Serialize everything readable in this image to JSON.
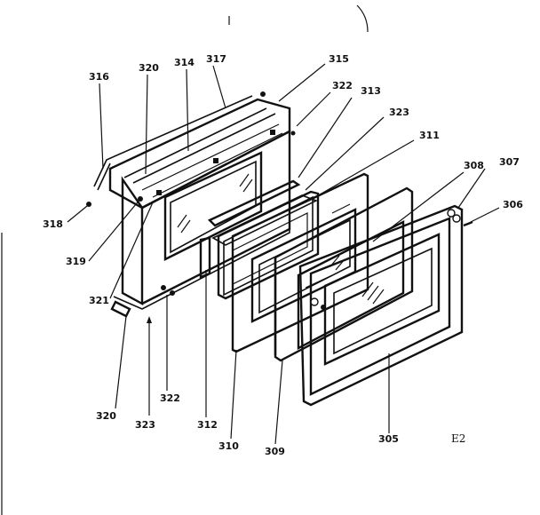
{
  "diagram": {
    "code": "E2",
    "callouts": [
      {
        "id": "316",
        "label": "316"
      },
      {
        "id": "320a",
        "label": "320"
      },
      {
        "id": "314",
        "label": "314"
      },
      {
        "id": "317",
        "label": "317"
      },
      {
        "id": "315",
        "label": "315"
      },
      {
        "id": "322a",
        "label": "322"
      },
      {
        "id": "313",
        "label": "313"
      },
      {
        "id": "323a",
        "label": "323"
      },
      {
        "id": "311",
        "label": "311"
      },
      {
        "id": "308",
        "label": "308"
      },
      {
        "id": "307",
        "label": "307"
      },
      {
        "id": "306",
        "label": "306"
      },
      {
        "id": "318",
        "label": "318"
      },
      {
        "id": "319",
        "label": "319"
      },
      {
        "id": "321",
        "label": "321"
      },
      {
        "id": "320b",
        "label": "320"
      },
      {
        "id": "323b",
        "label": "323"
      },
      {
        "id": "322b",
        "label": "322"
      },
      {
        "id": "312",
        "label": "312"
      },
      {
        "id": "310",
        "label": "310"
      },
      {
        "id": "309",
        "label": "309"
      },
      {
        "id": "305",
        "label": "305"
      }
    ]
  }
}
